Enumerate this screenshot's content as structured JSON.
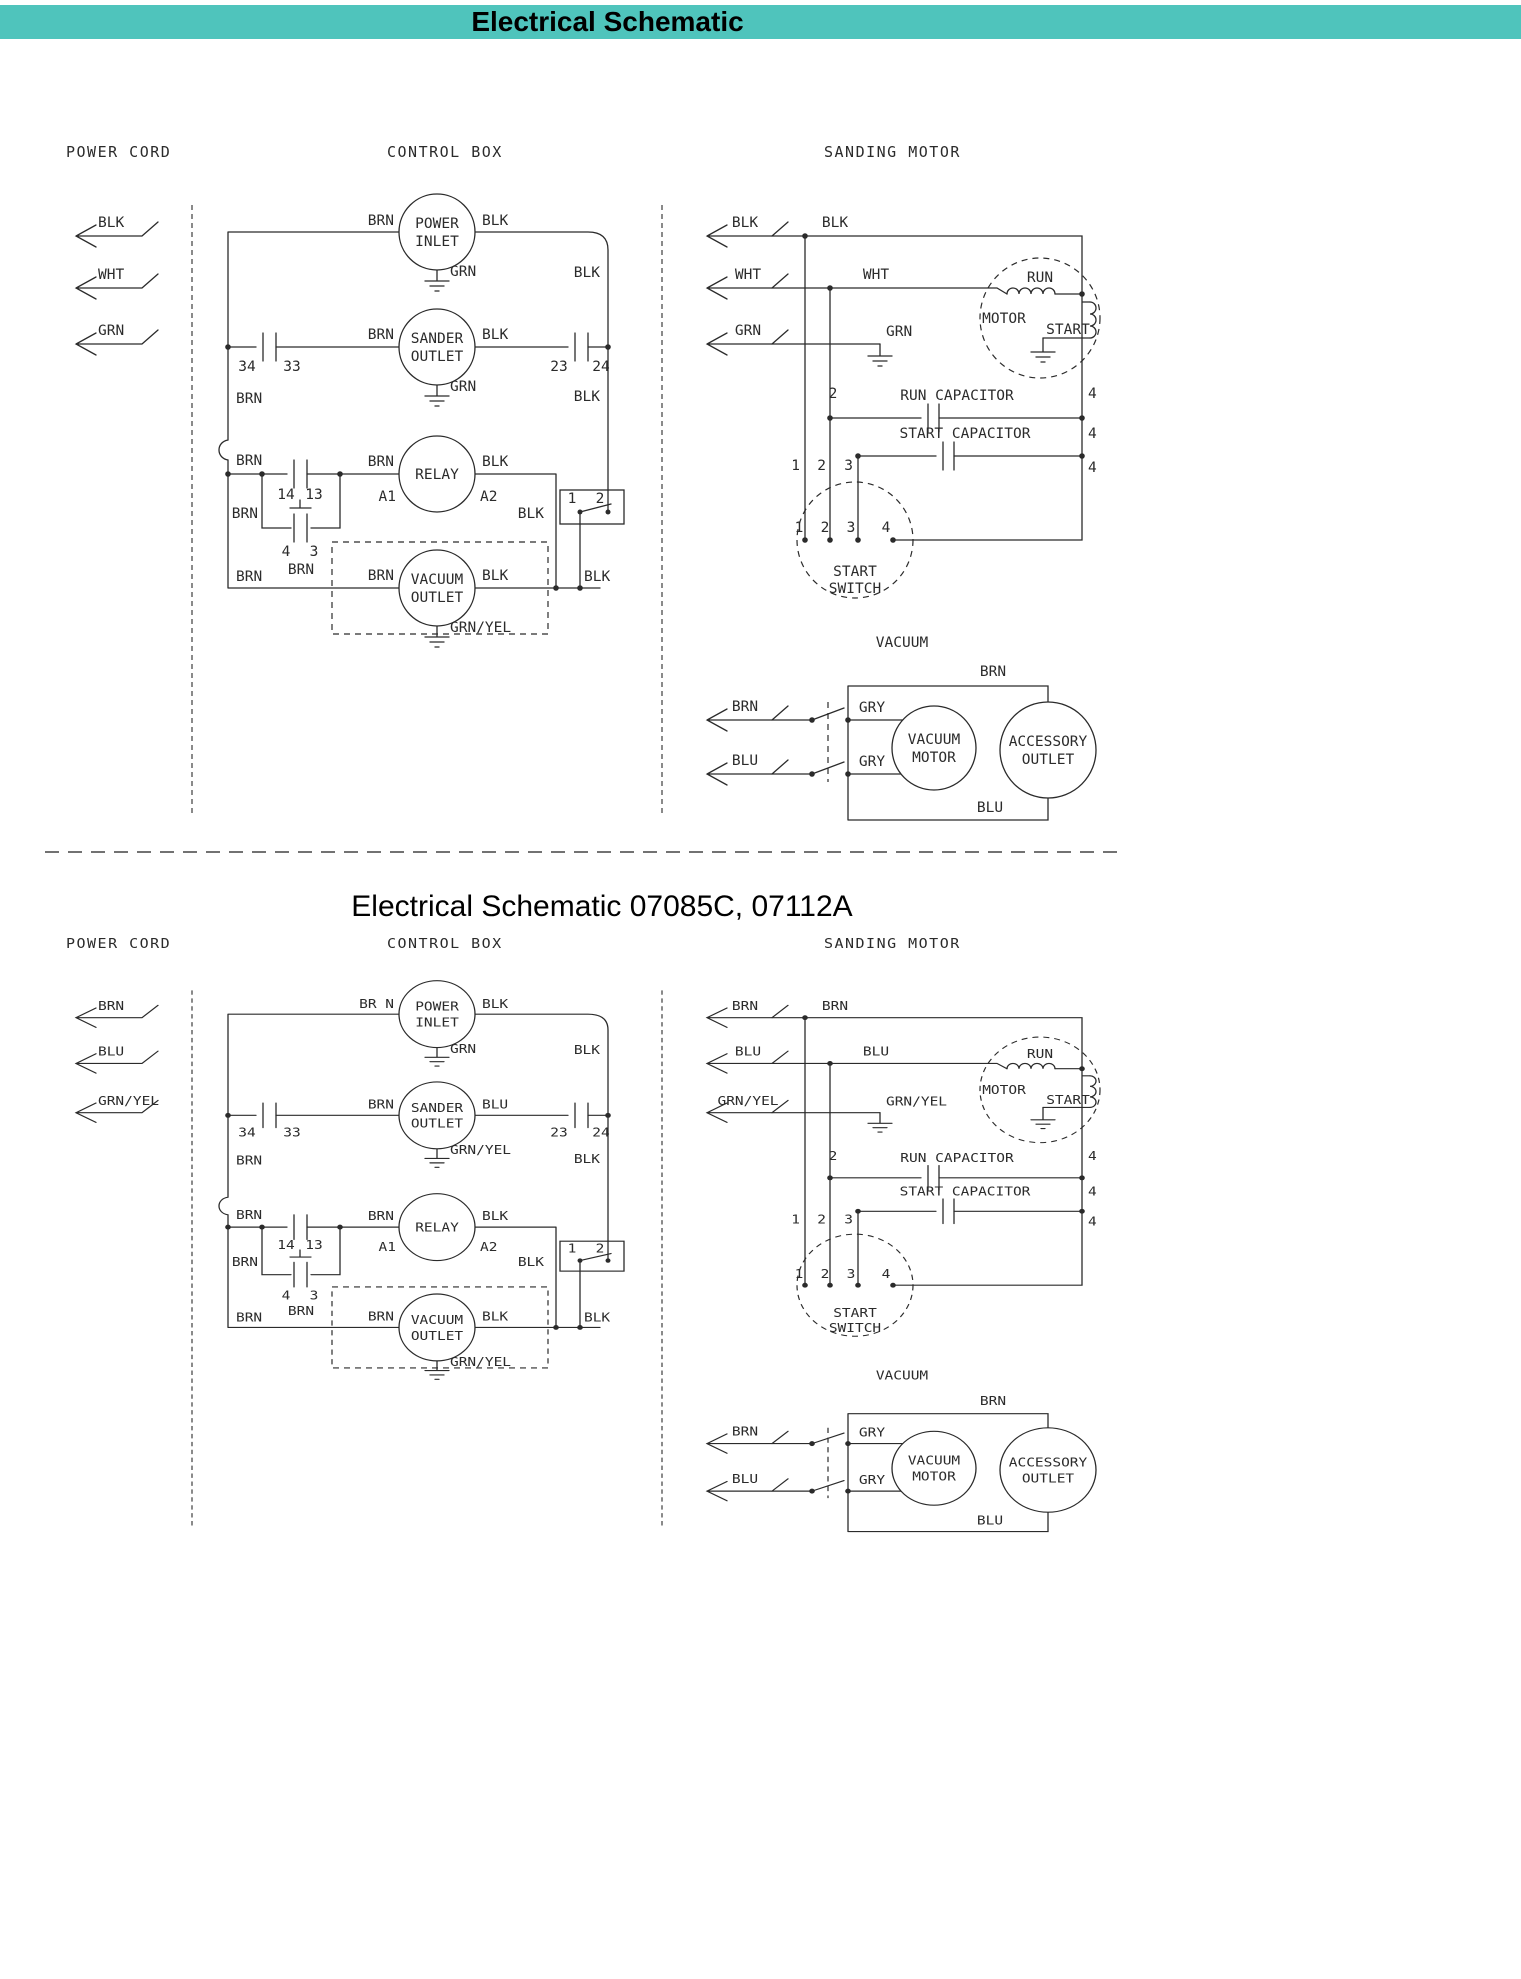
{
  "page": {
    "title": "Electrical Schematic",
    "subtitle": "Electrical Schematic 07085C, 07112A",
    "accent_color": "#4fc4bc"
  },
  "s1": {
    "headers": {
      "power_cord": "POWER CORD",
      "control_box": "CONTROL BOX",
      "sanding_motor": "SANDING MOTOR"
    },
    "cord": {
      "w1": "BLK",
      "w2": "WHT",
      "w3": "GRN"
    },
    "cb": {
      "inlet_left": "BRN",
      "inlet_title1": "POWER",
      "inlet_title2": "INLET",
      "inlet_right": "BLK",
      "inlet_gnd": "GRN",
      "feed_label": "BLK",
      "cap34": "34",
      "cap33": "33",
      "sander_left": "BRN",
      "sander_title1": "SANDER",
      "sander_title2": "OUTLET",
      "sander_right": "BLK",
      "sander_gnd": "GRN",
      "cap23": "23",
      "cap24": "24",
      "bus_label": "BRN",
      "right_drop_label": "BLK",
      "relay_bus": "BRN",
      "cap14": "14",
      "cap13": "13",
      "relay_in": "BRN",
      "a1": "A1",
      "relay_title": "RELAY",
      "relay_out": "BLK",
      "a2": "A2",
      "branch_label": "BRN",
      "sw4": "4",
      "sw3": "3",
      "branch_wire": "BRN",
      "relay_drop": "BLK",
      "k1": "1",
      "k2": "2",
      "vac_bus": "BRN",
      "vac_left": "BRN",
      "vac_title1": "VACUUM",
      "vac_title2": "OUTLET",
      "vac_right": "BLK",
      "vac_end": "BLK",
      "vac_gnd": "GRN/YEL"
    },
    "sm": {
      "a1": "BLK",
      "a2": "WHT",
      "a3": "GRN",
      "w1": "BLK",
      "w2": "WHT",
      "w3": "GRN",
      "motor": "MOTOR",
      "run": "RUN",
      "start": "START",
      "run_cap": "RUN CAPACITOR",
      "run_cap_l": "2",
      "run_cap_r": "4",
      "start_cap": "START CAPACITOR",
      "start_cap_r": "4",
      "d1": "1",
      "d2": "2",
      "d3": "3",
      "d4": "4",
      "t1": "1",
      "t2": "2",
      "t3": "3",
      "t4": "4",
      "switch1": "START",
      "switch2": "SWITCH"
    },
    "vac": {
      "title": "VACUUM",
      "top": "BRN",
      "bottom": "BLU",
      "a1": "BRN",
      "a2": "BLU",
      "g1": "GRY",
      "g2": "GRY",
      "motor1": "VACUUM",
      "motor2": "MOTOR",
      "outlet1": "ACCESSORY",
      "outlet2": "OUTLET"
    }
  },
  "s2": {
    "headers": {
      "power_cord": "POWER CORD",
      "control_box": "CONTROL BOX",
      "sanding_motor": "SANDING MOTOR"
    },
    "cord": {
      "w1": "BRN",
      "w2": "BLU",
      "w3": "GRN/YEL"
    },
    "cb": {
      "inlet_left": "BR N",
      "inlet_title1": "POWER",
      "inlet_title2": "INLET",
      "inlet_right": "BLK",
      "inlet_gnd": "GRN",
      "feed_label": "BLK",
      "cap34": "34",
      "cap33": "33",
      "sander_left": "BRN",
      "sander_title1": "SANDER",
      "sander_title2": "OUTLET",
      "sander_right": "BLU",
      "sander_gnd": "GRN/YEL",
      "cap23": "23",
      "cap24": "24",
      "bus_label": "BRN",
      "right_drop_label": "BLK",
      "relay_bus": "BRN",
      "cap14": "14",
      "cap13": "13",
      "relay_in": "BRN",
      "a1": "A1",
      "relay_title": "RELAY",
      "relay_out": "BLK",
      "a2": "A2",
      "branch_label": "BRN",
      "sw4": "4",
      "sw3": "3",
      "branch_wire": "BRN",
      "relay_drop": "BLK",
      "k1": "1",
      "k2": "2",
      "vac_bus": "BRN",
      "vac_left": "BRN",
      "vac_title1": "VACUUM",
      "vac_title2": "OUTLET",
      "vac_right": "BLK",
      "vac_end": "BLK",
      "vac_gnd": "GRN/YEL"
    },
    "sm": {
      "a1": "BRN",
      "a2": "BLU",
      "a3": "GRN/YEL",
      "w1": "BRN",
      "w2": "BLU",
      "w3": "GRN/YEL",
      "motor": "MOTOR",
      "run": "RUN",
      "start": "START",
      "run_cap": "RUN CAPACITOR",
      "run_cap_l": "2",
      "run_cap_r": "4",
      "start_cap": "START CAPACITOR",
      "start_cap_r": "4",
      "d1": "1",
      "d2": "2",
      "d3": "3",
      "d4": "4",
      "t1": "1",
      "t2": "2",
      "t3": "3",
      "t4": "4",
      "switch1": "START",
      "switch2": "SWITCH"
    },
    "vac": {
      "title": "VACUUM",
      "top": "BRN",
      "bottom": "BLU",
      "a1": "BRN",
      "a2": "BLU",
      "g1": "GRY",
      "g2": "GRY",
      "motor1": "VACUUM",
      "motor2": "MOTOR",
      "outlet1": "ACCESSORY",
      "outlet2": "OUTLET"
    }
  }
}
